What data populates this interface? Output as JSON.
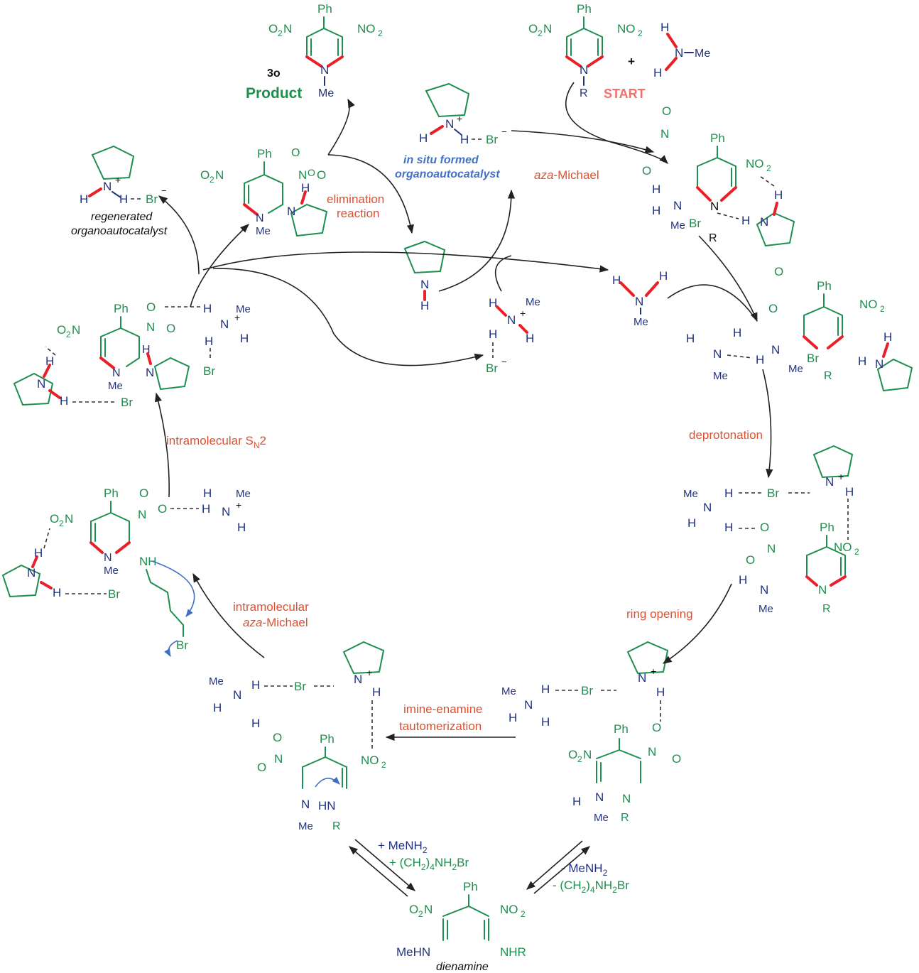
{
  "top": {
    "product_id": "3o",
    "product_label": "Product",
    "start_label": "START",
    "plus": "+",
    "catalyst_formed": "in situ formed",
    "catalyst_formed_2": "organoautocatalyst",
    "catalyst_regen": "regenerated",
    "catalyst_regen_2": "organoautocatalyst"
  },
  "steps": {
    "aza_michael_italic": "aza",
    "aza_michael_rest": "-Michael",
    "elimination_1": "elimination",
    "elimination_2": "reaction",
    "deprotonation": "deprotonation",
    "ring_opening": "ring opening",
    "tautomer_1": "imine-enamine",
    "tautomer_2": "tautomerization",
    "intra_aza_1": "intramolecular",
    "intra_aza_italic": "aza",
    "intra_aza_rest": "-Michael",
    "sn2_prefix": "intramolecular S",
    "sn2_sub": "N",
    "sn2_suffix": "2"
  },
  "equilibria": {
    "left_1": "+ MeNH",
    "left_1_sub": "2",
    "left_2": "+ (CH",
    "left_2_sub": "2",
    "left_2_rest": ")",
    "left_2_sub2": "4",
    "left_2_rest2": "NH",
    "left_2_sub3": "2",
    "left_2_end": "Br",
    "right_1": "- MeNH",
    "right_2": "- (CH"
  },
  "bottom": {
    "dienamine_label": "dienamine",
    "mehn": "MeHN",
    "nhr": "NHR"
  },
  "atoms": {
    "ph": "Ph",
    "no2": "NO",
    "o2n": "O",
    "two": "2",
    "n": "N",
    "me": "Me",
    "r": "R",
    "h": "H",
    "br": "Br",
    "nh": "NH",
    "hn": "HN",
    "o": "O",
    "plus": "+",
    "minus": "−"
  },
  "colors": {
    "structure_green": "#1e8f4e",
    "amine_blue": "#23337f",
    "step_orange": "#e0502e",
    "catalyst_blue": "#4472c4",
    "start_pink": "#f0706a",
    "bond_red": "#e8202a"
  }
}
